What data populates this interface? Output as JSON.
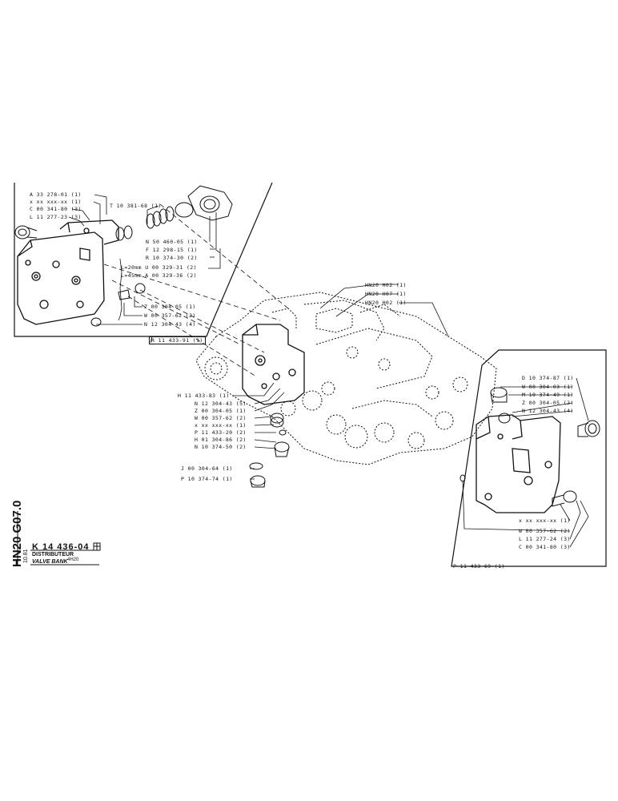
{
  "side_code": "HN20 G07.0",
  "side_date": "10.81",
  "title_block": {
    "part_number": "K 14 436-04",
    "flag": "FR/GB",
    "title_fr": "DISTRIBUTEUR",
    "title_en": "VALVE BANK",
    "model": "4H20"
  },
  "left_group": {
    "labels": [
      "A 33 278-01 (1)",
      "x xx xxx-xx (1)",
      "C 00 341-80 (3)",
      "L 11 277-23 (3)",
      "T 10 381-68 (1)",
      "N 50 460-05 (1)",
      "F 12 298-15 (1)",
      "R 10 374-30 (2)",
      "L=20mm U 00 329-31 (2)",
      "L=45mm A 00 329-36 (2)",
      "Z 00 304-05 (1)",
      "W 00 357-62 (2)",
      "N 12 304-43 (4)"
    ],
    "assembly": "R 11 433-91 (1)"
  },
  "center_group": {
    "sections": [
      "HN20 H02 (1)",
      "HN20 H07 (1)",
      "HN20 H02 (1)"
    ],
    "labels": [
      "H 11 433-83 (1)",
      "N 12 304-43 (5)",
      "Z 00 304-05 (1)",
      "W 00 357-62 (2)",
      "x xx xxx-xx (1)",
      "P 11 433-20 (2)",
      "H 01 304-86 (2)",
      "N 10 374-50 (2)",
      "J 00 304-64 (1)",
      "P 10 374-74 (1)"
    ]
  },
  "right_group": {
    "labels_top": [
      "D 10 374-87 (1)",
      "W 00 304-03 (1)",
      "M 10 374-49 (1)",
      "Z 00 304-05 (2)",
      "N 12 304-43 (4)"
    ],
    "labels_bottom": [
      "x xx xxx-xx (1)",
      "W 00 357-62 (2)",
      "L 11 277-24 (3)",
      "C 00 341-80 (3)"
    ],
    "assembly": "P 11 433-69 (1)"
  }
}
